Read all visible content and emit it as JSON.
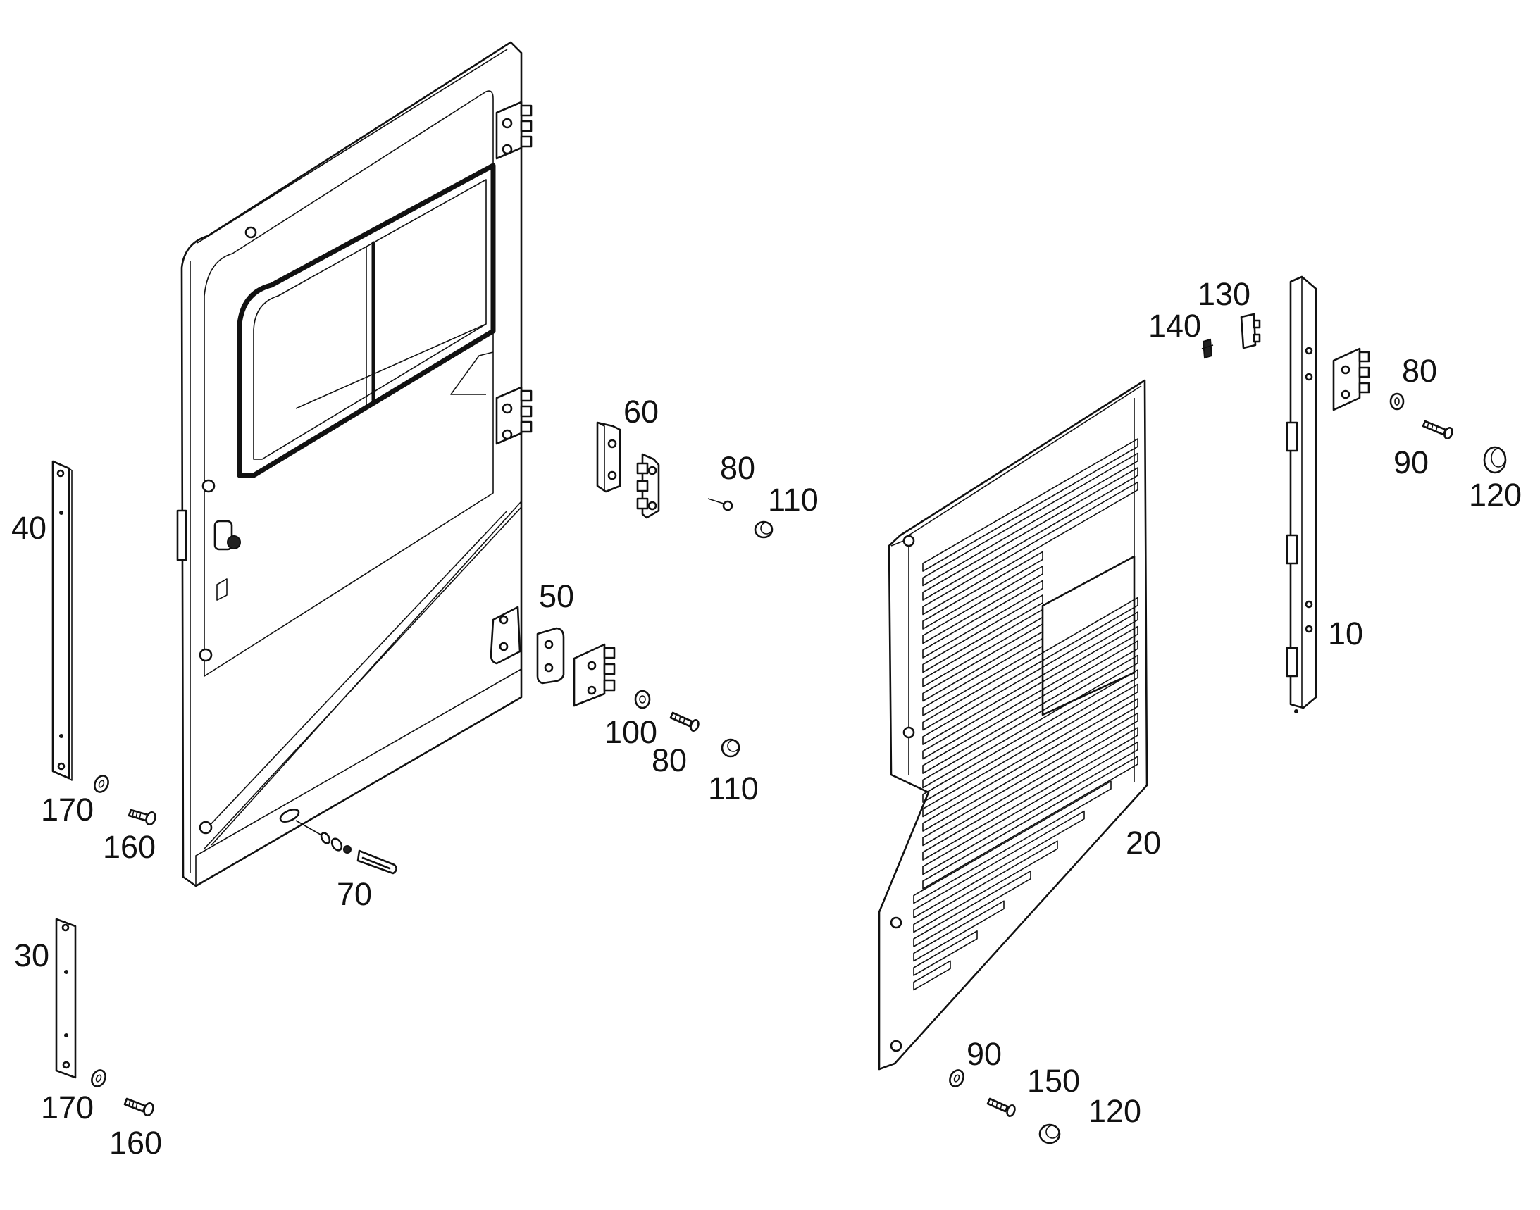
{
  "colors": {
    "line": "#111111",
    "background": "#ffffff"
  },
  "callouts": [
    {
      "id": "c10",
      "text": "10"
    },
    {
      "id": "c20",
      "text": "20"
    },
    {
      "id": "c30",
      "text": "30"
    },
    {
      "id": "c40",
      "text": "40"
    },
    {
      "id": "c50",
      "text": "50"
    },
    {
      "id": "c60",
      "text": "60"
    },
    {
      "id": "c70",
      "text": "70"
    },
    {
      "id": "c80a",
      "text": "80"
    },
    {
      "id": "c80b",
      "text": "80"
    },
    {
      "id": "c80c",
      "text": "80"
    },
    {
      "id": "c90a",
      "text": "90"
    },
    {
      "id": "c90b",
      "text": "90"
    },
    {
      "id": "c100",
      "text": "100"
    },
    {
      "id": "c110a",
      "text": "110"
    },
    {
      "id": "c110b",
      "text": "110"
    },
    {
      "id": "c120a",
      "text": "120"
    },
    {
      "id": "c120b",
      "text": "120"
    },
    {
      "id": "c130",
      "text": "130"
    },
    {
      "id": "c140",
      "text": "140"
    },
    {
      "id": "c150",
      "text": "150"
    },
    {
      "id": "c160a",
      "text": "160"
    },
    {
      "id": "c160b",
      "text": "160"
    },
    {
      "id": "c170a",
      "text": "170"
    },
    {
      "id": "c170b",
      "text": "170"
    }
  ]
}
